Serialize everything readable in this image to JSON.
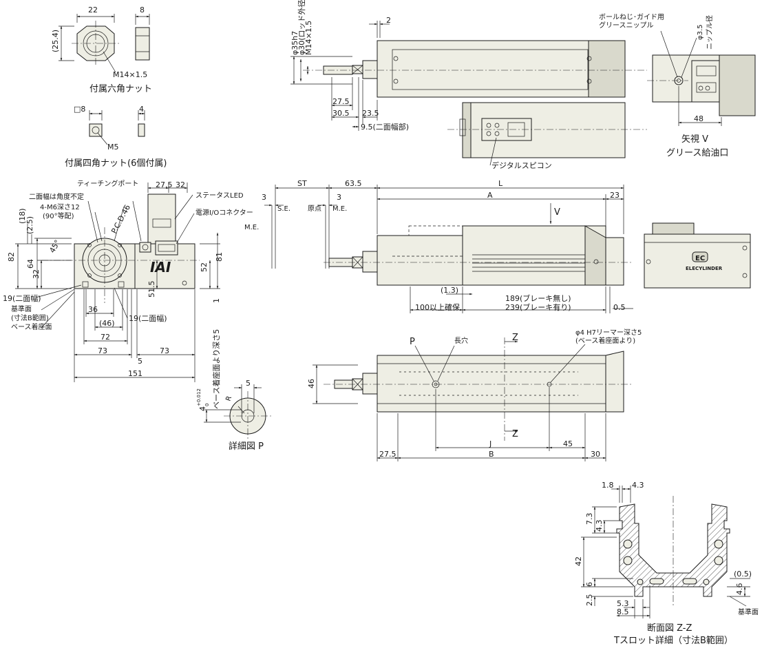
{
  "captions": {
    "hex_nut": "付属六角ナット",
    "square_nut": "付属四角ナット(6個付属)",
    "detail_p": "詳細図 P",
    "view_v": "矢視 V",
    "grease_port": "グリース給油口",
    "section_zz": "断面図 Z-Z",
    "tslot_detail": "Tスロット詳細（寸法B範囲）"
  },
  "callouts": {
    "ball_screw_nipple_1": "ボールねじ･ガイド用",
    "ball_screw_nipple_2": "グリースニップル",
    "nipple_dia": "φ3.5",
    "nipple_dia_label": "ニップル径",
    "teaching_port": "ティーチングポート",
    "two_face_angle": "二面幅は角度不定",
    "m6_depth": "4-M6深さ12",
    "equal_90": "(90°等配)",
    "pcd": "P.C.D.46",
    "status_led": "ステータスLED",
    "power_io": "電源I/Oコネクター",
    "digital_speed": "デジタルスピコン",
    "two_face_19a": "19(二面幅)",
    "two_face_19b": "19(二面幅)",
    "ref_surface": "基準面",
    "dim_b_range": "(寸法B範囲)",
    "base_mount": "ベース着座面",
    "se": "S.E.",
    "me_1": "M.E.",
    "me_2": "M.E.",
    "origin": "原点",
    "slot": "長穴",
    "h7_reamer": "φ4 H7リーマー深さ5",
    "from_base": "(ベース着座面より)",
    "rod_od": "φ30(ロッド外径)",
    "rod_h7": "φ35h7",
    "m14": "M14×1.5",
    "m14_nut": "M14×1.5",
    "m5": "M5",
    "two_face_width": "9.5(二面幅部)",
    "brake_none": "189(ブレーキ無し)",
    "brake_with": "239(ブレーキ有り)",
    "stroke_secure": "100以上確保",
    "detail_depth": "ベース着座面より深さ5",
    "tol_4": "4",
    "tol_up": "+0.012",
    "tol_low": "0",
    "ref_surface_2": "基準面",
    "logo": "IAI",
    "brand": "ELECYLINDER",
    "brand_badge": "EC"
  },
  "letters": {
    "p": "P",
    "z1": "Z",
    "z2": "Z",
    "v": "V",
    "r": "R"
  },
  "dims": {
    "d22": "22",
    "d8": "8",
    "d25_4": "(25.4)",
    "d8sq": "□8",
    "d4": "4",
    "d2": "2",
    "d27_5a": "27.5",
    "d30_5": "30.5",
    "d23_5": "23.5",
    "d48": "48",
    "d27_5b": "27.5",
    "d32": "32",
    "d18": "(18)",
    "d2_5": "(2.5)",
    "d45deg": "45°",
    "d82": "82",
    "d64": "64",
    "d32b": "32",
    "d52": "52",
    "d81": "81",
    "d51_5": "51.5",
    "d1": "1",
    "d36": "36",
    "d46b": "(46)",
    "d72": "72",
    "d73a": "73",
    "d73b": "73",
    "d5": "5",
    "d151": "151",
    "st": "ST",
    "d63_5": "63.5",
    "dL": "L",
    "d3a": "3",
    "d3b": "3",
    "dA": "A",
    "d23": "23",
    "d1_3": "(1.3)",
    "d0_5": "0.5",
    "d46": "46",
    "d5b": "5",
    "dJ": "J",
    "d45": "45",
    "d27_5c": "27.5",
    "dB": "B",
    "d30": "30",
    "d1_8": "1.8",
    "d4_3": "4.3",
    "d7_3": "7.3",
    "d4_3b": "4.3",
    "d42": "42",
    "d6": "6",
    "d2_5b": "2.5",
    "d5_3": "5.3",
    "d8_5": "8.5",
    "d0_5b": "(0.5)",
    "d4_6": "4.6"
  }
}
